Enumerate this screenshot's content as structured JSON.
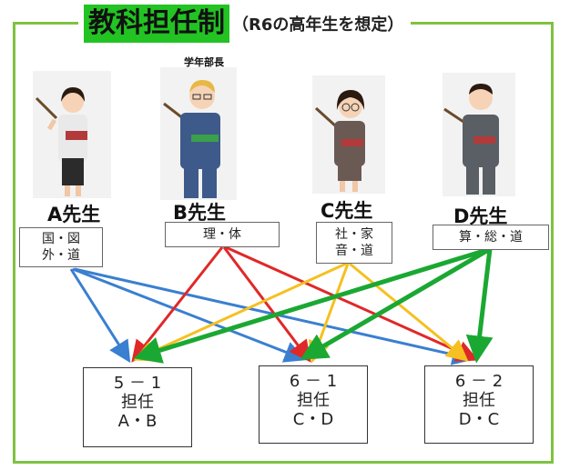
{
  "title": {
    "main": "教科担任制",
    "sub": "（R6の高年生を想定）"
  },
  "role_label": "学年部長",
  "teachers": [
    {
      "name": "A先生",
      "subjects_line1": "国・図",
      "subjects_line2": "外・道"
    },
    {
      "name": "B先生",
      "subjects_line1": "理・体",
      "subjects_line2": ""
    },
    {
      "name": "C先生",
      "subjects_line1": "社・家",
      "subjects_line2": "音・道"
    },
    {
      "name": "D先生",
      "subjects_line1": "算・総・道",
      "subjects_line2": ""
    }
  ],
  "classes": [
    {
      "name": "5 － 1",
      "role": "担任",
      "teachers": "A・B"
    },
    {
      "name": "6 － 1",
      "role": "担任",
      "teachers": "C・D"
    },
    {
      "name": "6 － 2",
      "role": "担任",
      "teachers": "D・C"
    }
  ],
  "arrow_colors": {
    "A": "#3a7fd0",
    "B": "#e02828",
    "C": "#f5c020",
    "D": "#1aa832"
  },
  "frame_color": "#7fc241",
  "title_highlight": "#22c322"
}
